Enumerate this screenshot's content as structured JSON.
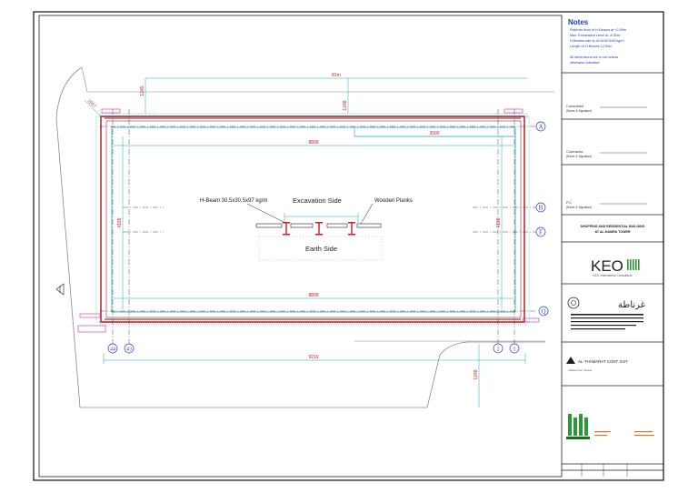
{
  "notes": {
    "title": "Notes",
    "lines": [
      "Platform level of H-Beams at +2.00m",
      "Max. Excavation Level at -8.30m",
      "H-Beams size is 30.5x30.5x97kg/m",
      "Length of H-Beams  12.00m",
      "",
      "All dimensions are in cm unless",
      "otherwise indicated"
    ]
  },
  "title_block": {
    "consultant": "Consultant",
    "consultant_sig": "(Name & Signature)",
    "contractor": "Contractor",
    "contractor_sig": "(Name & Signature)",
    "pc": "P.C",
    "pc_sig": "(Name & Signature)",
    "project_title_1": "SHOPPING AND RESIDENTIAL BUILDING",
    "project_title_2": "AT AL-HAMRA TOWER",
    "consultant_name": "KEO",
    "consultant_sub": "KEO International Consultants",
    "arabic_name": "غرناطة",
    "contractor_brand": "AL-THAMARAT CONT. EST.",
    "contractor_sub": "Address line / Kuwait"
  },
  "plan": {
    "grid_a": "A",
    "grid_b": "B",
    "grid_f": "F",
    "grid_q": "Q",
    "grid_44": "44",
    "grid_43": "43",
    "grid_2": "2",
    "grid_1": "1",
    "dim_8899_top": "8899",
    "dim_8899_bottom": "8899",
    "dim_3500": "3500",
    "dim_9219": "9219",
    "dim_4199_left": "4199",
    "dim_4199_right": "4199",
    "dim_1057": "1057",
    "dim_1248": "1248",
    "dim_1245": "1245",
    "dim_1248_bottom": "1248",
    "dim_top_long": "81m"
  },
  "detail": {
    "hbeam_label": "H-Beam 30.5x30.5x97 kg/m",
    "excavation_side": "Excavation Side",
    "wooden_planks": "Wooden Planks",
    "earth_side": "Earth Side"
  },
  "colors": {
    "outline": "#202020",
    "red": "#d11a1a",
    "cyan": "#17a8c4",
    "blue": "#2a3fc7",
    "magenta": "#c22fa4",
    "green": "#2a9a36",
    "gray": "#8a8a8a"
  }
}
